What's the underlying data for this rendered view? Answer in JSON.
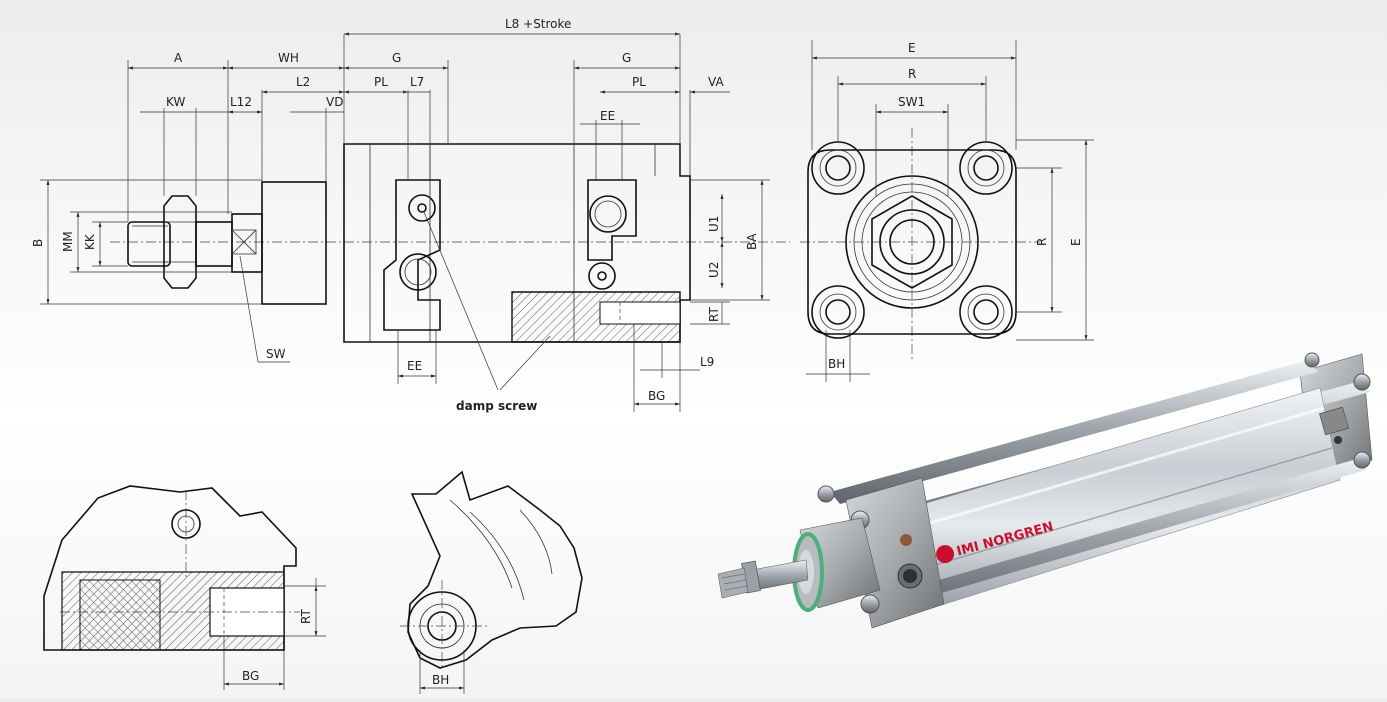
{
  "side_view": {
    "labels": {
      "L8_stroke": "L8 +Stroke",
      "A": "A",
      "WH": "WH",
      "G_left": "G",
      "G_right": "G",
      "KW": "KW",
      "L12": "L12",
      "L2": "L2",
      "VD": "VD",
      "PL_left": "PL",
      "L7": "L7",
      "PL_right": "PL",
      "VA": "VA",
      "EE_top": "EE",
      "EE_bottom": "EE",
      "B": "B",
      "MM": "MM",
      "KK": "KK",
      "U1": "U1",
      "U2": "U2",
      "BA": "BA",
      "RT": "RT",
      "SW": "SW",
      "L9": "L9",
      "BG": "BG",
      "damp_screw": "damp screw"
    }
  },
  "end_view": {
    "labels": {
      "E_top": "E",
      "R_top": "R",
      "SW1": "SW1",
      "R_side": "R",
      "E_side": "E",
      "BH": "BH"
    }
  },
  "detail_left": {
    "labels": {
      "RT": "RT",
      "BG": "BG"
    }
  },
  "detail_middle": {
    "labels": {
      "BH": "BH"
    }
  },
  "photo": {
    "brand": "IMI NORGREN"
  },
  "colors": {
    "brand_red": "#c8102e",
    "line": "#111111"
  }
}
